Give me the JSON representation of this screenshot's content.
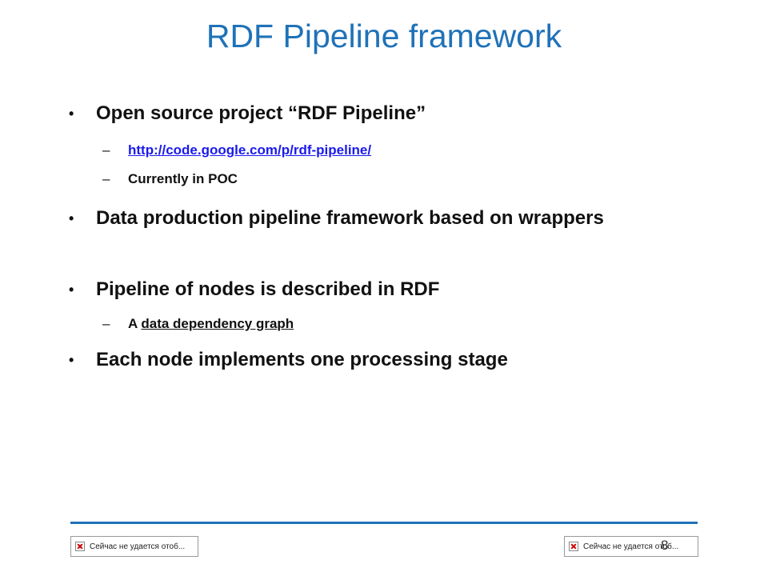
{
  "slide": {
    "title": "RDF Pipeline framework",
    "bullets": [
      {
        "bullet_char": "•",
        "text": "Open source project “RDF Pipeline”",
        "sub": [
          {
            "dash": "–",
            "text": "http://code.google.com/p/rdf-pipeline/"
          },
          {
            "dash": "–",
            "text": "Currently in POC"
          }
        ]
      },
      {
        "bullet_char": "•",
        "text": "Data production pipeline framework based on wrappers"
      },
      {
        "bullet_char": "•",
        "text": "Pipeline of nodes is described in RDF",
        "sub": [
          {
            "dash": "–",
            "prefix": "A ",
            "underlined": "data dependency graph"
          }
        ]
      },
      {
        "bullet_char": "•",
        "text": "Each node implements one processing stage"
      }
    ],
    "page_number": "8"
  },
  "footer": {
    "placeholder_left": "Сейчас не удается отоб...",
    "placeholder_right": "Сейчас не удается отоб..."
  },
  "colors": {
    "title": "#1f72b8",
    "link": "#1a1aee",
    "rule": "#1f72b8"
  }
}
